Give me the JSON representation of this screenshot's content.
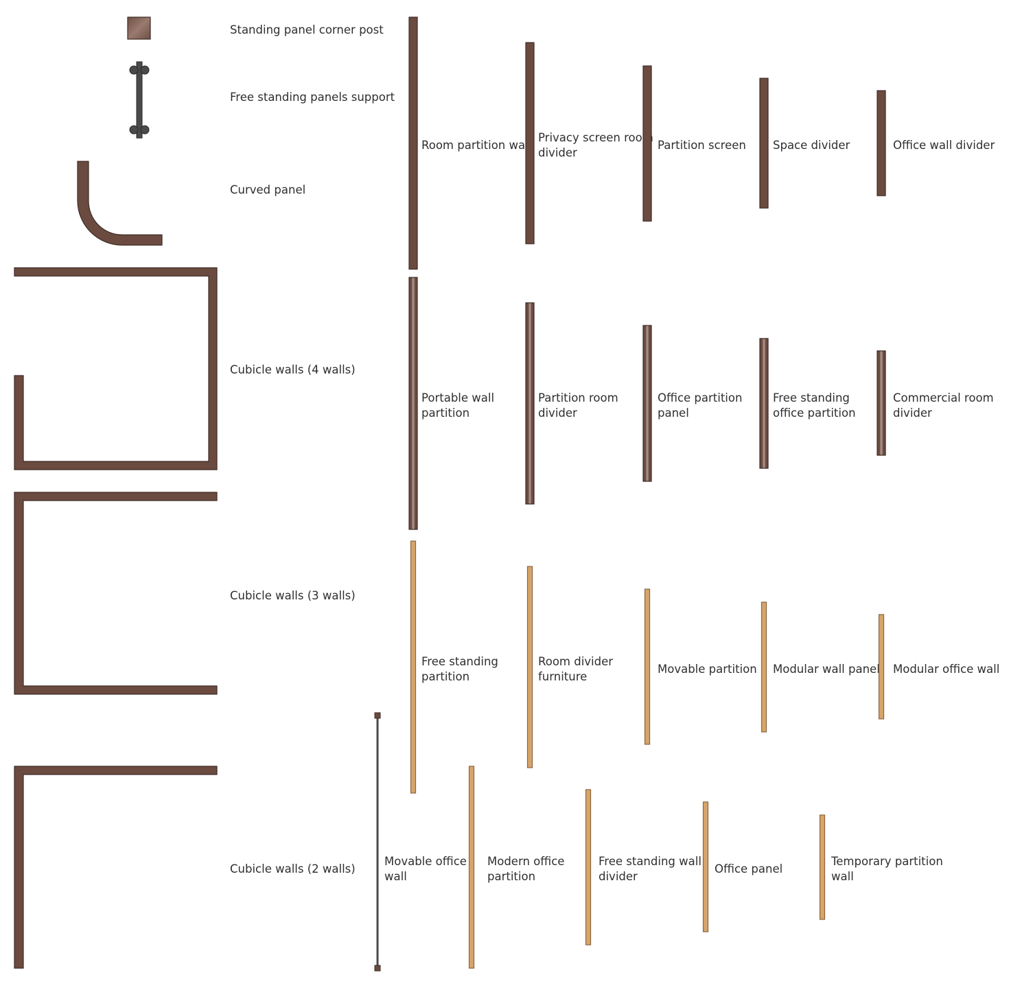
{
  "colors": {
    "dark_wall": "#6b4b40",
    "dark_stroke": "#3d2a24",
    "striped_wall": "#74584f",
    "striped_light": "#a48d85",
    "light_wall": "#d7a46a",
    "light_stroke": "#8a6540",
    "support": "#4a4a4a",
    "label": "#2f2f2f"
  },
  "left_shapes": [
    {
      "label": "Standing panel corner post",
      "icon": "corner-post-icon"
    },
    {
      "label": "Free standing panels support",
      "icon": "panel-support-icon"
    },
    {
      "label": "Curved panel",
      "icon": "curved-panel-icon"
    },
    {
      "label": "Cubicle walls (4 walls)",
      "icon": "cubicle-4-walls-icon"
    },
    {
      "label": "Cubicle walls (3 walls)",
      "icon": "cubicle-3-walls-icon"
    },
    {
      "label": "Cubicle walls (2 walls)",
      "icon": "cubicle-2-walls-icon"
    }
  ],
  "rows": [
    {
      "style": "dark",
      "items": [
        {
          "lines": [
            "Room partition wall"
          ]
        },
        {
          "lines": [
            "Privacy screen room",
            "divider"
          ]
        },
        {
          "lines": [
            "Partition screen"
          ]
        },
        {
          "lines": [
            "Space divider"
          ]
        },
        {
          "lines": [
            "Office wall divider"
          ]
        }
      ]
    },
    {
      "style": "striped",
      "items": [
        {
          "lines": [
            "Portable wall",
            "partition"
          ]
        },
        {
          "lines": [
            "Partition room",
            "divider"
          ]
        },
        {
          "lines": [
            "Office partition",
            "panel"
          ]
        },
        {
          "lines": [
            "Free standing",
            "office partition"
          ]
        },
        {
          "lines": [
            "Commercial room",
            "divider"
          ]
        }
      ]
    },
    {
      "style": "light",
      "items": [
        {
          "lines": [
            "Free standing",
            "partition"
          ]
        },
        {
          "lines": [
            "Room divider",
            "furniture"
          ]
        },
        {
          "lines": [
            "Movable partition"
          ]
        },
        {
          "lines": [
            "Modular wall panel"
          ]
        },
        {
          "lines": [
            "Modular office wall"
          ]
        }
      ]
    },
    {
      "style": "light",
      "items": [
        {
          "lines": [
            "Movable office",
            "wall"
          ],
          "kind": "rod"
        },
        {
          "lines": [
            "Modern office",
            "partition"
          ]
        },
        {
          "lines": [
            "Free standing wall",
            "divider"
          ]
        },
        {
          "lines": [
            "Office panel"
          ]
        },
        {
          "lines": [
            "Temporary partition",
            "wall"
          ]
        }
      ]
    }
  ]
}
